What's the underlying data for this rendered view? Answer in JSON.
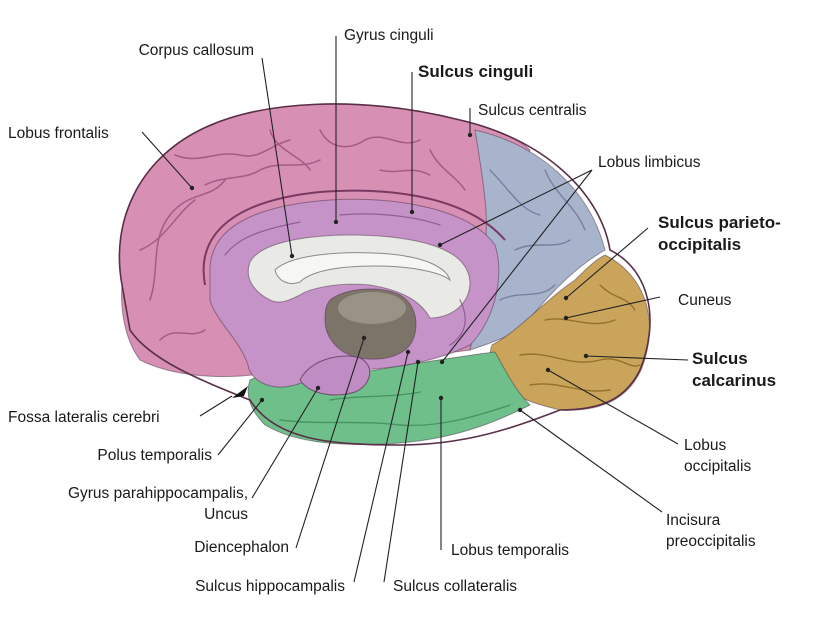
{
  "diagram": {
    "colors": {
      "frontal": "#d88fb4",
      "limbic": "#c693c8",
      "parietal": "#a8b3cc",
      "occipital": "#c9a45a",
      "temporal": "#6fbf8a",
      "corpus_callosum": "#e9e9e6",
      "diencephalon": "#7c7468"
    },
    "labels": {
      "corpus_callosum": "Corpus callosum",
      "gyrus_cinguli": "Gyrus cinguli",
      "sulcus_cinguli": "Sulcus cinguli",
      "sulcus_centralis": "Sulcus centralis",
      "lobus_frontalis": "Lobus frontalis",
      "lobus_limbicus": "Lobus limbicus",
      "sulcus_parieto_1": "Sulcus parieto-",
      "sulcus_parieto_2": "occipitalis",
      "cuneus": "Cuneus",
      "sulcus_calcarinus_1": "Sulcus",
      "sulcus_calcarinus_2": "calcarinus",
      "fossa_lateralis": "Fossa lateralis cerebri",
      "polus_temporalis": "Polus temporalis",
      "gyrus_parahipp_1": "Gyrus parahippocampalis,",
      "gyrus_parahipp_2": "Uncus",
      "diencephalon": "Diencephalon",
      "sulcus_hippocampalis": "Sulcus hippocampalis",
      "sulcus_collateralis": "Sulcus collateralis",
      "lobus_temporalis": "Lobus temporalis",
      "lobus_occipitalis_1": "Lobus",
      "lobus_occipitalis_2": "occipitalis",
      "incisura_1": "Incisura",
      "incisura_2": "preoccipitalis"
    }
  }
}
